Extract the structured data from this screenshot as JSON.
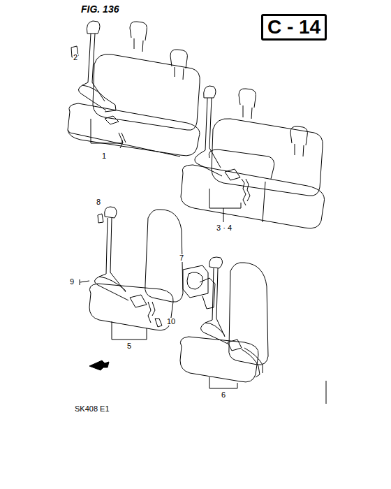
{
  "diagram": {
    "title": "FIG. 136",
    "nodes": [
      {
        "text": [
          "C - 14"
        ]
      }
    ],
    "labels": [
      "2",
      "1",
      "3 · 4",
      "8",
      "9",
      "7",
      "10",
      "5",
      "6",
      "SK408 E1"
    ]
  }
}
